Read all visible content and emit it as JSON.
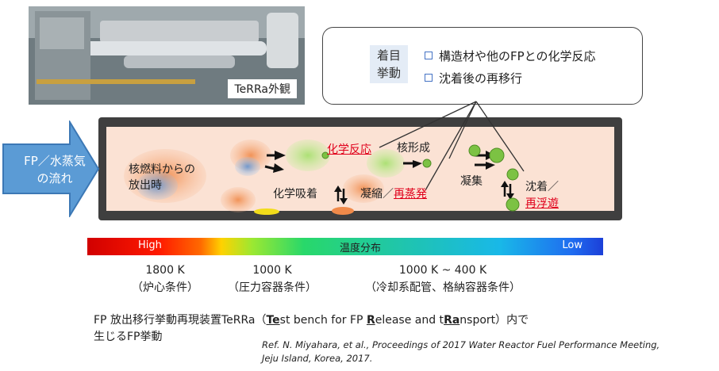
{
  "photo": {
    "caption": "TeRRa外観"
  },
  "callout": {
    "focus_label_line1": "着目",
    "focus_label_line2": "挙動",
    "bullets": [
      "構造材や他のFPとの化学反応",
      "沈着後の再移行"
    ]
  },
  "flow": {
    "line1": "FP／水蒸気",
    "line2": "の流れ"
  },
  "pipe": {
    "release_line1": "核燃料からの",
    "release_line2": "放出時",
    "chem_reaction": "化学反応",
    "chemisorption": "化学吸着",
    "nucleation": "核形成",
    "condensation": "凝縮／",
    "revaporization": "再蒸発",
    "agglomeration": "凝集",
    "deposition": "沈着／",
    "resuspension": "再浮遊"
  },
  "temperature": {
    "high": "High",
    "title": "温度分布",
    "low": "Low",
    "columns": [
      {
        "temp": "1800 K",
        "condition": "（炉心条件）"
      },
      {
        "temp": "1000 K",
        "condition": "（圧力容器条件）"
      },
      {
        "temp": "1000 K ~ 400 K",
        "condition": "（冷却系配管、格納容器条件）"
      }
    ]
  },
  "description": {
    "part1": "FP 放出移行挙動再現装置TeRRa（",
    "te": "Te",
    "part2": "st bench for FP ",
    "r": "R",
    "part3": "elease and t",
    "ra": "Ra",
    "part4": "nsport）内で",
    "line2": "生じるFP挙動"
  },
  "reference": {
    "line1": "Ref. N. Miyahara, et al., Proceedings of 2017 Water Reactor Fuel Performance Meeting,",
    "line2": "Jeju Island, Korea, 2017."
  },
  "colors": {
    "reaction_red": "#e0001b",
    "pipe_wall": "#3f3f3f",
    "pipe_gas": "#fbe2d4",
    "flow_arrow": "#5b9bd5"
  }
}
